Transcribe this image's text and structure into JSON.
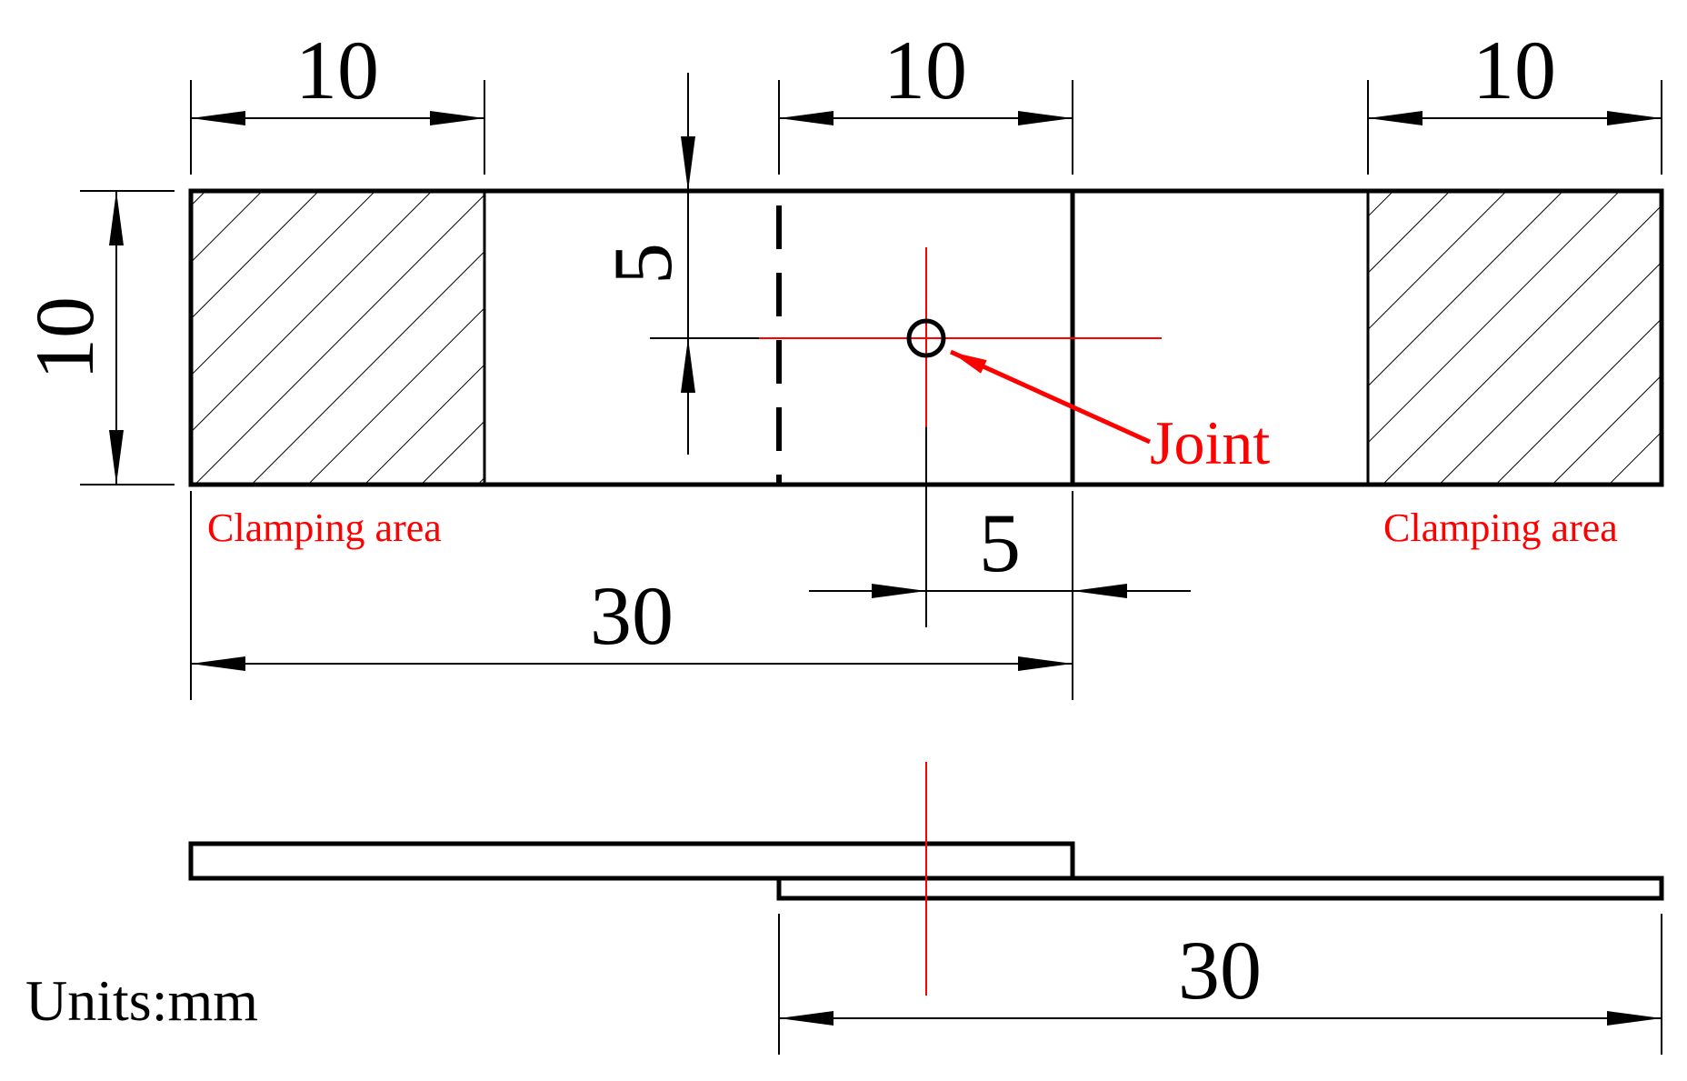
{
  "dimensions": {
    "top_left_width": "10",
    "top_middle_width": "10",
    "top_right_width": "10",
    "left_height": "10",
    "joint_vertical_offset": "5",
    "joint_horizontal_offset": "5",
    "upper_sheet_length": "30",
    "lower_sheet_length": "30"
  },
  "labels": {
    "joint": "Joint",
    "clamping_left": "Clamping area",
    "clamping_right": "Clamping area",
    "units": "Units:mm"
  },
  "colors": {
    "line": "#000000",
    "annotation": "#ff0000",
    "background": "#ffffff"
  }
}
